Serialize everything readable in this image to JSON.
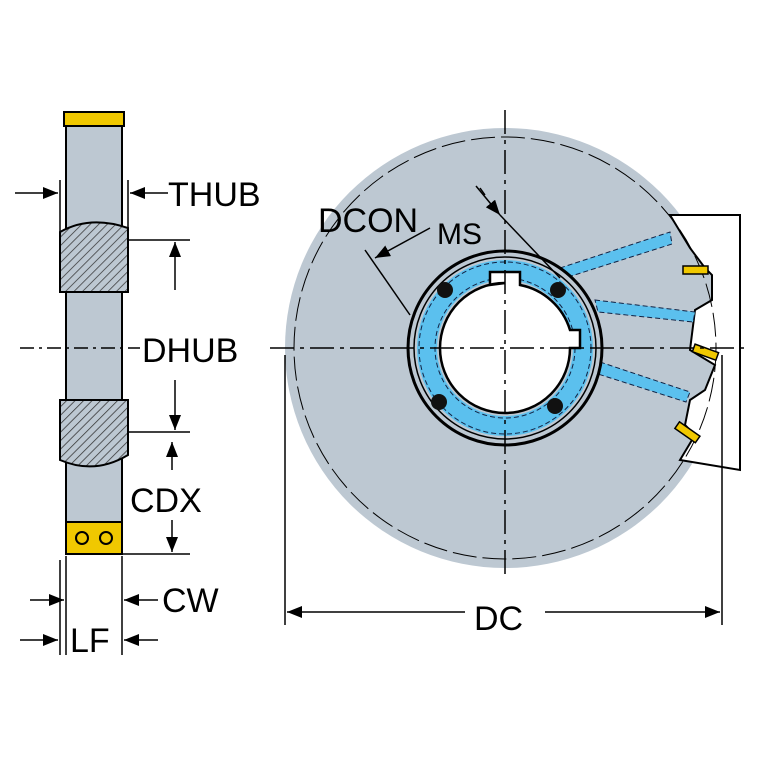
{
  "labels": {
    "thub": "THUB",
    "dcon": "DCON",
    "dcon_sub": "MS",
    "dhub": "DHUB",
    "cdx": "CDX",
    "cw": "CW",
    "lf": "LF",
    "dc": "DC"
  },
  "colors": {
    "body": "#bdc8d2",
    "coolant": "#5bc0ee",
    "insert": "#f0c800"
  }
}
